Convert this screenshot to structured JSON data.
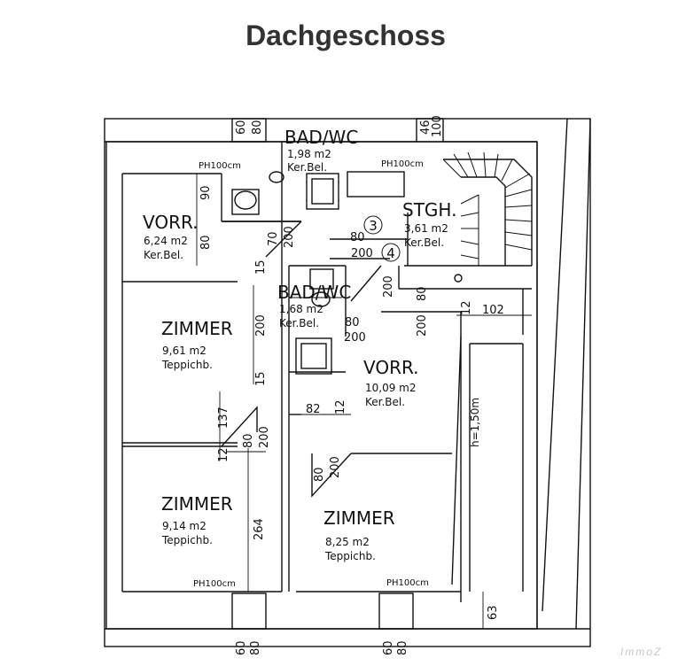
{
  "page": {
    "title": "Dachgeschoss"
  },
  "rooms": {
    "bad_wc_1": {
      "name": "BAD/WC",
      "area": "1,98 m2",
      "floor": "Ker.Bel."
    },
    "vorr_1": {
      "name": "VORR.",
      "area": "6,24 m2",
      "floor": "Ker.Bel."
    },
    "stgh": {
      "name": "STGH.",
      "area": "3,61 m2",
      "floor": "Ker.Bel."
    },
    "bad_wc_2": {
      "name": "BAD/WC",
      "area": "1,68 m2",
      "floor": "Ker.Bel."
    },
    "zimmer_1": {
      "name": "ZIMMER",
      "area": "9,61 m2",
      "floor": "Teppichb."
    },
    "vorr_2": {
      "name": "VORR.",
      "area": "10,09 m2",
      "floor": "Ker.Bel."
    },
    "zimmer_2": {
      "name": "ZIMMER",
      "area": "9,14 m2",
      "floor": "Teppichb."
    },
    "zimmer_3": {
      "name": "ZIMMER",
      "area": "8,25 m2",
      "floor": "Teppichb."
    }
  },
  "labels": {
    "ph_1": "PH100cm",
    "ph_2": "PH100cm",
    "ph_3": "PH100cm",
    "ph_4": "PH100cm",
    "stair_3": "3",
    "stair_4": "4",
    "headroom": "h=1,50m"
  },
  "dimensions": {
    "d_60_a": "60",
    "d_80_a": "80",
    "d_46": "46",
    "d_100": "100",
    "d_90": "90",
    "d_80_b": "80",
    "d_70": "70",
    "d_200_a": "200",
    "d_80_c": "80",
    "d_200_b": "200",
    "d_15_a": "15",
    "d_200_c": "200",
    "d_12_a": "12",
    "d_102": "102",
    "d_80_d": "80",
    "d_200_d": "200",
    "d_80_e": "80",
    "d_200_e": "200",
    "d_200_f": "200",
    "d_15_b": "15",
    "d_82": "82",
    "d_12_b": "12",
    "d_137": "137",
    "d_80_f": "80",
    "d_200_g": "200",
    "d_12_c": "12",
    "d_80_g": "80",
    "d_200_h": "200",
    "d_264": "264",
    "d_63": "63",
    "d_60_b": "60",
    "d_80_h": "80",
    "d_60_c": "60",
    "d_80_i": "80"
  },
  "watermark": "ImmoZ"
}
